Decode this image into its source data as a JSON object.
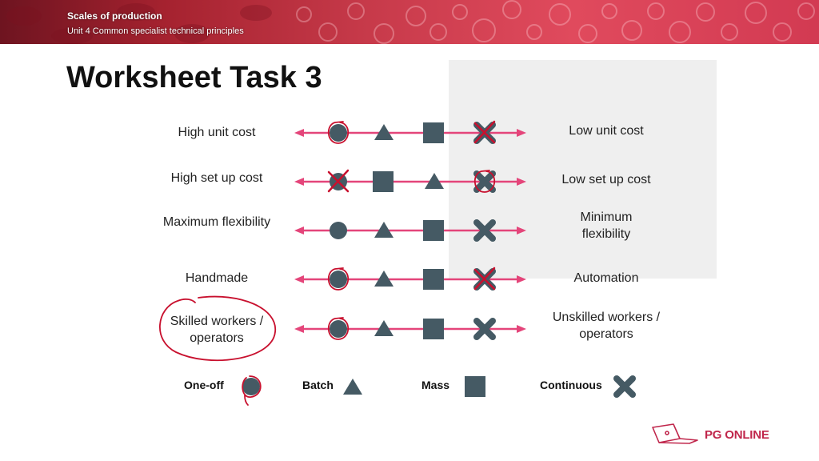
{
  "header": {
    "title": "Scales of production",
    "subtitle": "Unit 4 Common specialist technical principles"
  },
  "page_title": "Worksheet Task 3",
  "rows": [
    {
      "left": "High unit cost",
      "right": "Low unit cost",
      "ticked": "continuous",
      "circled": "one-off"
    },
    {
      "left": "High set up cost",
      "right": "Low set up cost",
      "ticked": "one-off",
      "circled": "continuous"
    },
    {
      "left": "Maximum flexibility",
      "right": "Minimum flexibility"
    },
    {
      "left": "Handmade",
      "right": "Automation",
      "ticked": "continuous",
      "circled": "one-off"
    },
    {
      "left": "Skilled workers / operators",
      "right": "Unskilled workers / operators",
      "circled": "one-off"
    }
  ],
  "key": [
    {
      "label": "One-off",
      "shape": "circle"
    },
    {
      "label": "Batch",
      "shape": "triangle"
    },
    {
      "label": "Mass",
      "shape": "square"
    },
    {
      "label": "Continuous",
      "shape": "cross"
    }
  ],
  "logo": {
    "text": "PG ONLINE",
    "icon": "laptop-icon"
  },
  "colors": {
    "arrow": "#e4457a",
    "shape": "#455a64",
    "annotation": "#c8102e",
    "logo": "#c0264b"
  }
}
